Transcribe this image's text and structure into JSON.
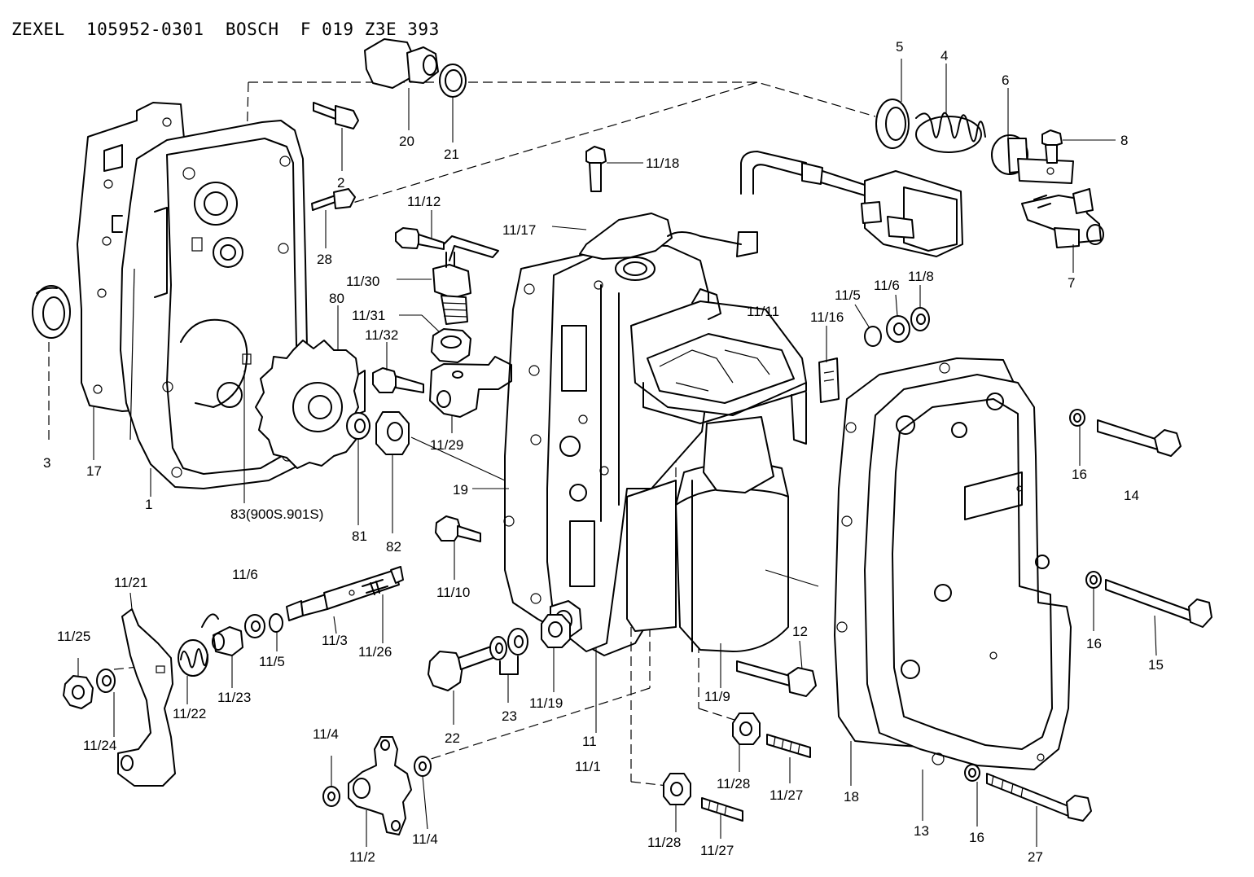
{
  "header": {
    "title_text": "ZEXEL  105952-0301  BOSCH  F 019 Z3E 393"
  },
  "labels": {
    "l_1": "1",
    "l_2": "2",
    "l_3": "3",
    "l_4": "4",
    "l_5": "5",
    "l_6": "6",
    "l_7": "7",
    "l_8": "8",
    "l_12": "12",
    "l_13": "13",
    "l_14": "14",
    "l_15": "15",
    "l_16a": "16",
    "l_16b": "16",
    "l_16c": "16",
    "l_17": "17",
    "l_18": "18",
    "l_19": "19",
    "l_20": "20",
    "l_21": "21",
    "l_22": "22",
    "l_23": "23",
    "l_27": "27",
    "l_28": "28",
    "l_80": "80",
    "l_81": "81",
    "l_82": "82",
    "l_83": "83(900S.901S)",
    "l_11": "11",
    "l_11_1": "11/1",
    "l_11_2": "11/2",
    "l_11_3": "11/3",
    "l_11_4a": "11/4",
    "l_11_4b": "11/4",
    "l_11_5a": "11/5",
    "l_11_5b": "11/5",
    "l_11_6a": "11/6",
    "l_11_6b": "11/6",
    "l_11_8": "11/8",
    "l_11_9": "11/9",
    "l_11_10": "11/10",
    "l_11_11": "11/11",
    "l_11_12": "11/12",
    "l_11_16": "11/16",
    "l_11_17": "11/17",
    "l_11_18": "11/18",
    "l_11_19": "11/19",
    "l_11_21": "11/21",
    "l_11_22": "11/22",
    "l_11_23": "11/23",
    "l_11_24": "11/24",
    "l_11_25": "11/25",
    "l_11_26": "11/26",
    "l_11_27a": "11/27",
    "l_11_27b": "11/27",
    "l_11_28a": "11/28",
    "l_11_28b": "11/28",
    "l_11_29": "11/29",
    "l_11_30": "11/30",
    "l_11_31": "11/31",
    "l_11_32": "11/32"
  }
}
